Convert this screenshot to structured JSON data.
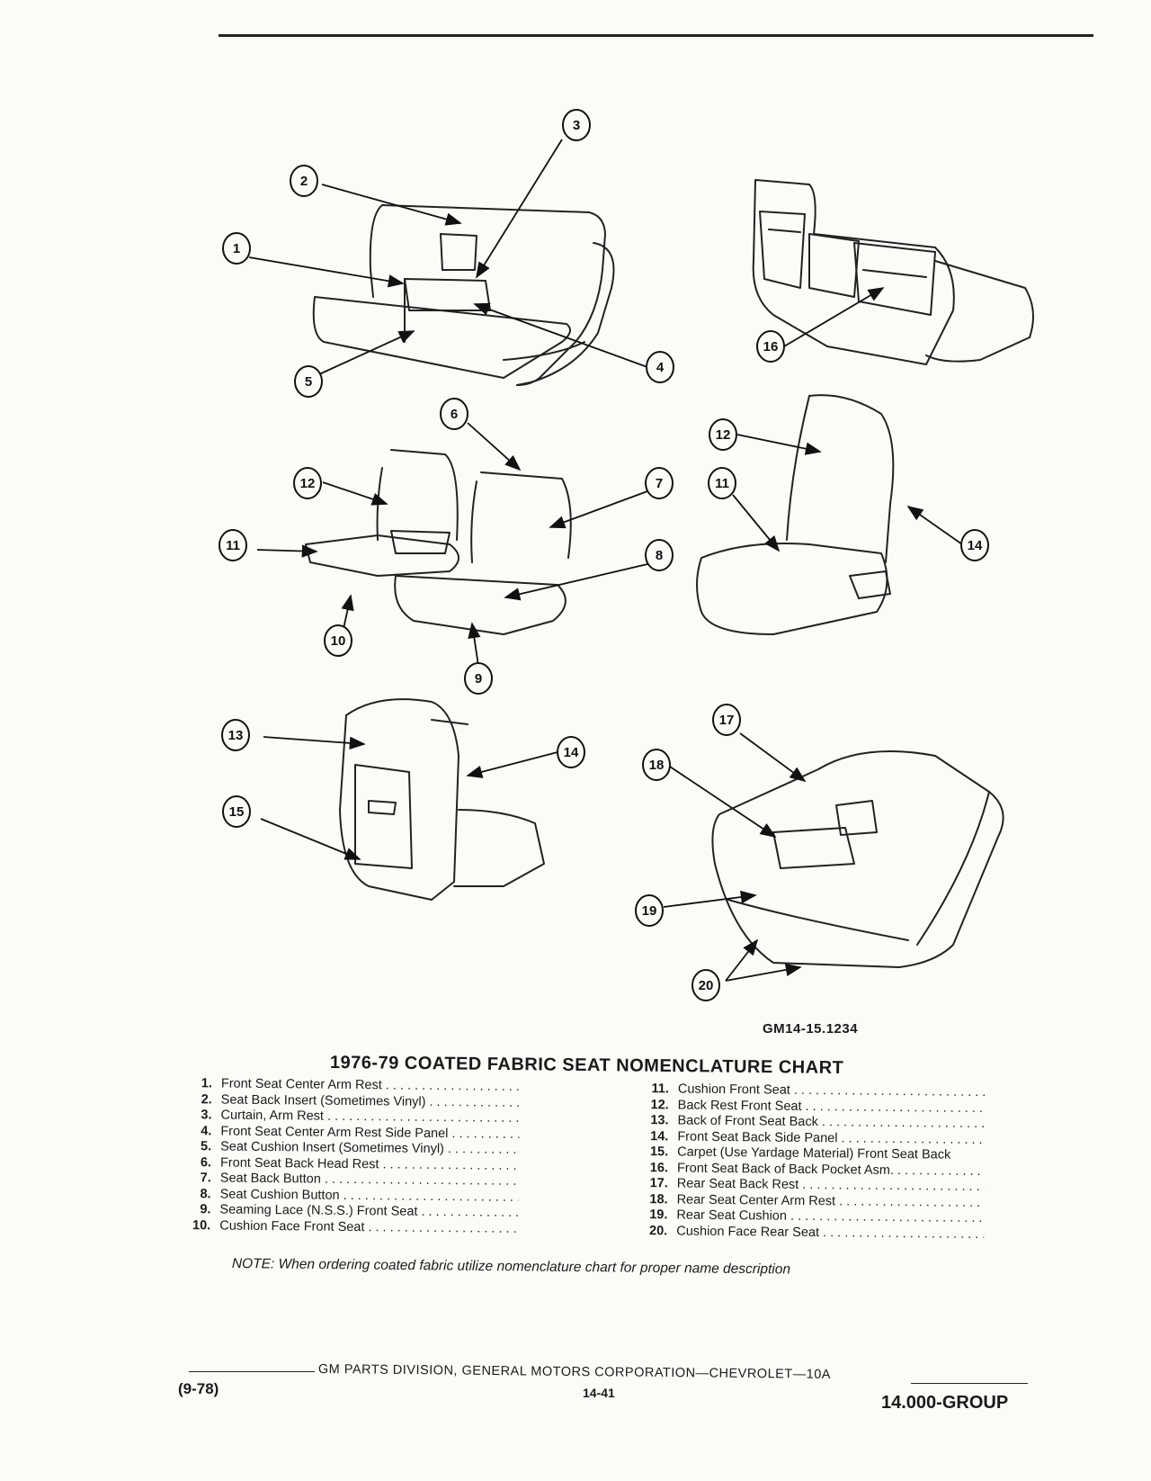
{
  "figure_id": "GM14-15.1234",
  "chart_title": "1976-79 COATED FABRIC SEAT NOMENCLATURE CHART",
  "callouts": [
    "1",
    "2",
    "3",
    "4",
    "5",
    "6",
    "7",
    "8",
    "9",
    "10",
    "11",
    "12",
    "13",
    "14",
    "15",
    "16",
    "17",
    "18",
    "19",
    "20"
  ],
  "legend_left": [
    {
      "num": "1.",
      "desc": "Front Seat Center Arm Rest"
    },
    {
      "num": "2.",
      "desc": "Seat Back Insert (Sometimes Vinyl)"
    },
    {
      "num": "3.",
      "desc": "Curtain, Arm Rest"
    },
    {
      "num": "4.",
      "desc": "Front Seat Center Arm Rest Side Panel"
    },
    {
      "num": "5.",
      "desc": "Seat Cushion Insert (Sometimes Vinyl)"
    },
    {
      "num": "6.",
      "desc": "Front Seat Back Head Rest"
    },
    {
      "num": "7.",
      "desc": "Seat Back Button"
    },
    {
      "num": "8.",
      "desc": "Seat Cushion Button"
    },
    {
      "num": "9.",
      "desc": "Seaming Lace (N.S.S.) Front Seat"
    },
    {
      "num": "10.",
      "desc": "Cushion Face Front Seat"
    }
  ],
  "legend_right": [
    {
      "num": "11.",
      "desc": "Cushion Front Seat"
    },
    {
      "num": "12.",
      "desc": "Back Rest Front Seat"
    },
    {
      "num": "13.",
      "desc": "Back of Front Seat Back"
    },
    {
      "num": "14.",
      "desc": "Front Seat Back Side Panel"
    },
    {
      "num": "15.",
      "desc": "Carpet (Use Yardage Material) Front Seat Back"
    },
    {
      "num": "16.",
      "desc": "Front Seat Back of Back Pocket Asm."
    },
    {
      "num": "17.",
      "desc": "Rear Seat Back Rest"
    },
    {
      "num": "18.",
      "desc": "Rear Seat Center Arm Rest"
    },
    {
      "num": "19.",
      "desc": "Rear Seat Cushion"
    },
    {
      "num": "20.",
      "desc": "Cushion Face Rear Seat"
    }
  ],
  "note": "NOTE: When ordering coated fabric utilize nomenclature chart for proper name description",
  "footer": {
    "center": "GM PARTS DIVISION, GENERAL MOTORS CORPORATION—CHEVROLET—10A",
    "date": "(9-78)",
    "page": "14-41",
    "group": "14.000-GROUP"
  }
}
